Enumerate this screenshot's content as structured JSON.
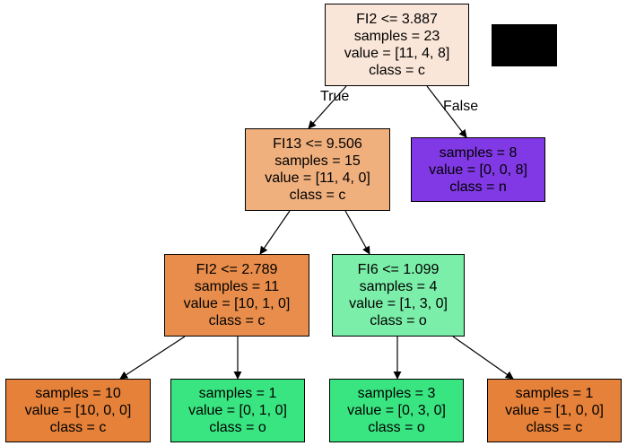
{
  "tree": {
    "nodes": [
      {
        "id": "n0",
        "lines": [
          "FI2 <= 3.887",
          "samples = 23",
          "value = [11, 4, 8]",
          "class = c"
        ],
        "fill": "#fae6d8"
      },
      {
        "id": "n1",
        "lines": [
          "FI13 <= 9.506",
          "samples = 15",
          "value = [11, 4, 0]",
          "class = c"
        ],
        "fill": "#f0b07e"
      },
      {
        "id": "n2",
        "lines": [
          "samples = 8",
          "value = [0, 0, 8]",
          "class = n"
        ],
        "fill": "#8139e5"
      },
      {
        "id": "n3",
        "lines": [
          "FI2 <= 2.789",
          "samples = 11",
          "value = [10, 1, 0]",
          "class = c"
        ],
        "fill": "#e88d4b"
      },
      {
        "id": "n4",
        "lines": [
          "FI6 <= 1.099",
          "samples = 4",
          "value = [1, 3, 0]",
          "class = o"
        ],
        "fill": "#7beea9"
      },
      {
        "id": "n5",
        "lines": [
          "samples = 10",
          "value = [10, 0, 0]",
          "class = c"
        ],
        "fill": "#e58139"
      },
      {
        "id": "n6",
        "lines": [
          "samples = 1",
          "value = [0, 1, 0]",
          "class = o"
        ],
        "fill": "#39e581"
      },
      {
        "id": "n7",
        "lines": [
          "samples = 3",
          "value = [0, 3, 0]",
          "class = o"
        ],
        "fill": "#39e581"
      },
      {
        "id": "n8",
        "lines": [
          "samples = 1",
          "value = [1, 0, 0]",
          "class = c"
        ],
        "fill": "#e58139"
      }
    ],
    "edges": [
      {
        "from": "n0",
        "to": "n1",
        "label": "True"
      },
      {
        "from": "n0",
        "to": "n2",
        "label": "False"
      },
      {
        "from": "n1",
        "to": "n3",
        "label": ""
      },
      {
        "from": "n1",
        "to": "n4",
        "label": ""
      },
      {
        "from": "n3",
        "to": "n5",
        "label": ""
      },
      {
        "from": "n3",
        "to": "n6",
        "label": ""
      },
      {
        "from": "n4",
        "to": "n7",
        "label": ""
      },
      {
        "from": "n4",
        "to": "n8",
        "label": ""
      }
    ]
  }
}
